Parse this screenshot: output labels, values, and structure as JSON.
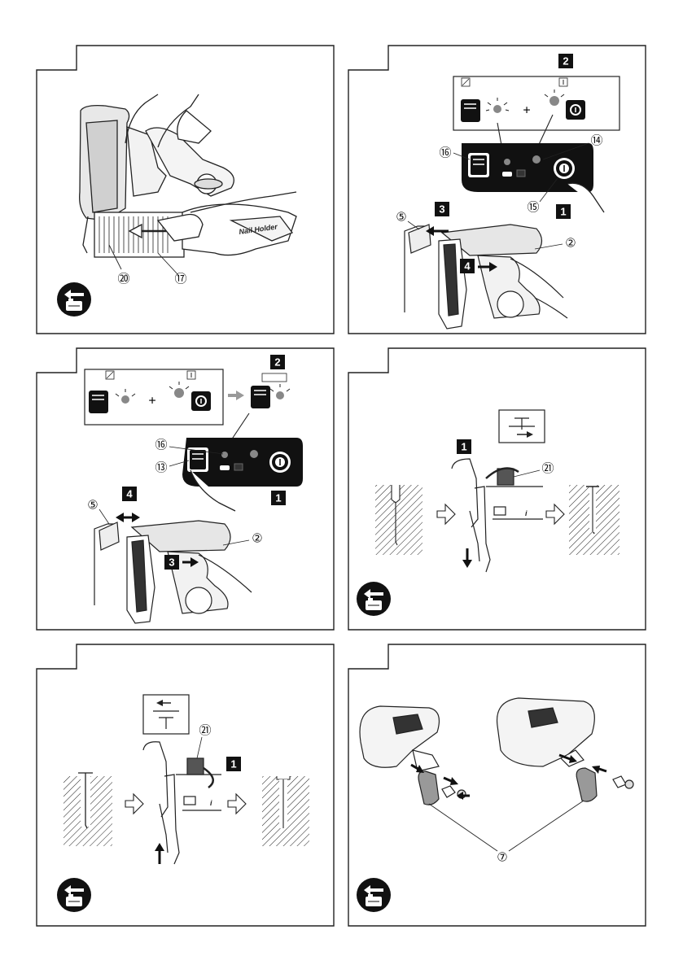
{
  "panels": [
    {
      "id": "panel-1",
      "callouts": [
        "⑳",
        "⑰"
      ],
      "brand_text": "Nail Holder"
    },
    {
      "id": "panel-2",
      "steps": [
        "1",
        "2",
        "3",
        "4"
      ],
      "callouts": [
        "⑯",
        "⑭",
        "⑮",
        "⑤",
        "②"
      ]
    },
    {
      "id": "panel-3",
      "steps": [
        "1",
        "2",
        "3",
        "4"
      ],
      "callouts": [
        "⑯",
        "⑬",
        "⑤",
        "②"
      ]
    },
    {
      "id": "panel-4",
      "steps": [
        "1"
      ],
      "callouts": [
        "㉑"
      ]
    },
    {
      "id": "panel-5",
      "steps": [
        "1"
      ],
      "callouts": [
        "㉑"
      ]
    },
    {
      "id": "panel-6",
      "callouts": [
        "⑦"
      ]
    }
  ],
  "icons": {
    "battery_remove": "battery-remove-icon",
    "depth_deeper": "depth-deeper-icon",
    "depth_shallower": "depth-shallower-icon"
  }
}
